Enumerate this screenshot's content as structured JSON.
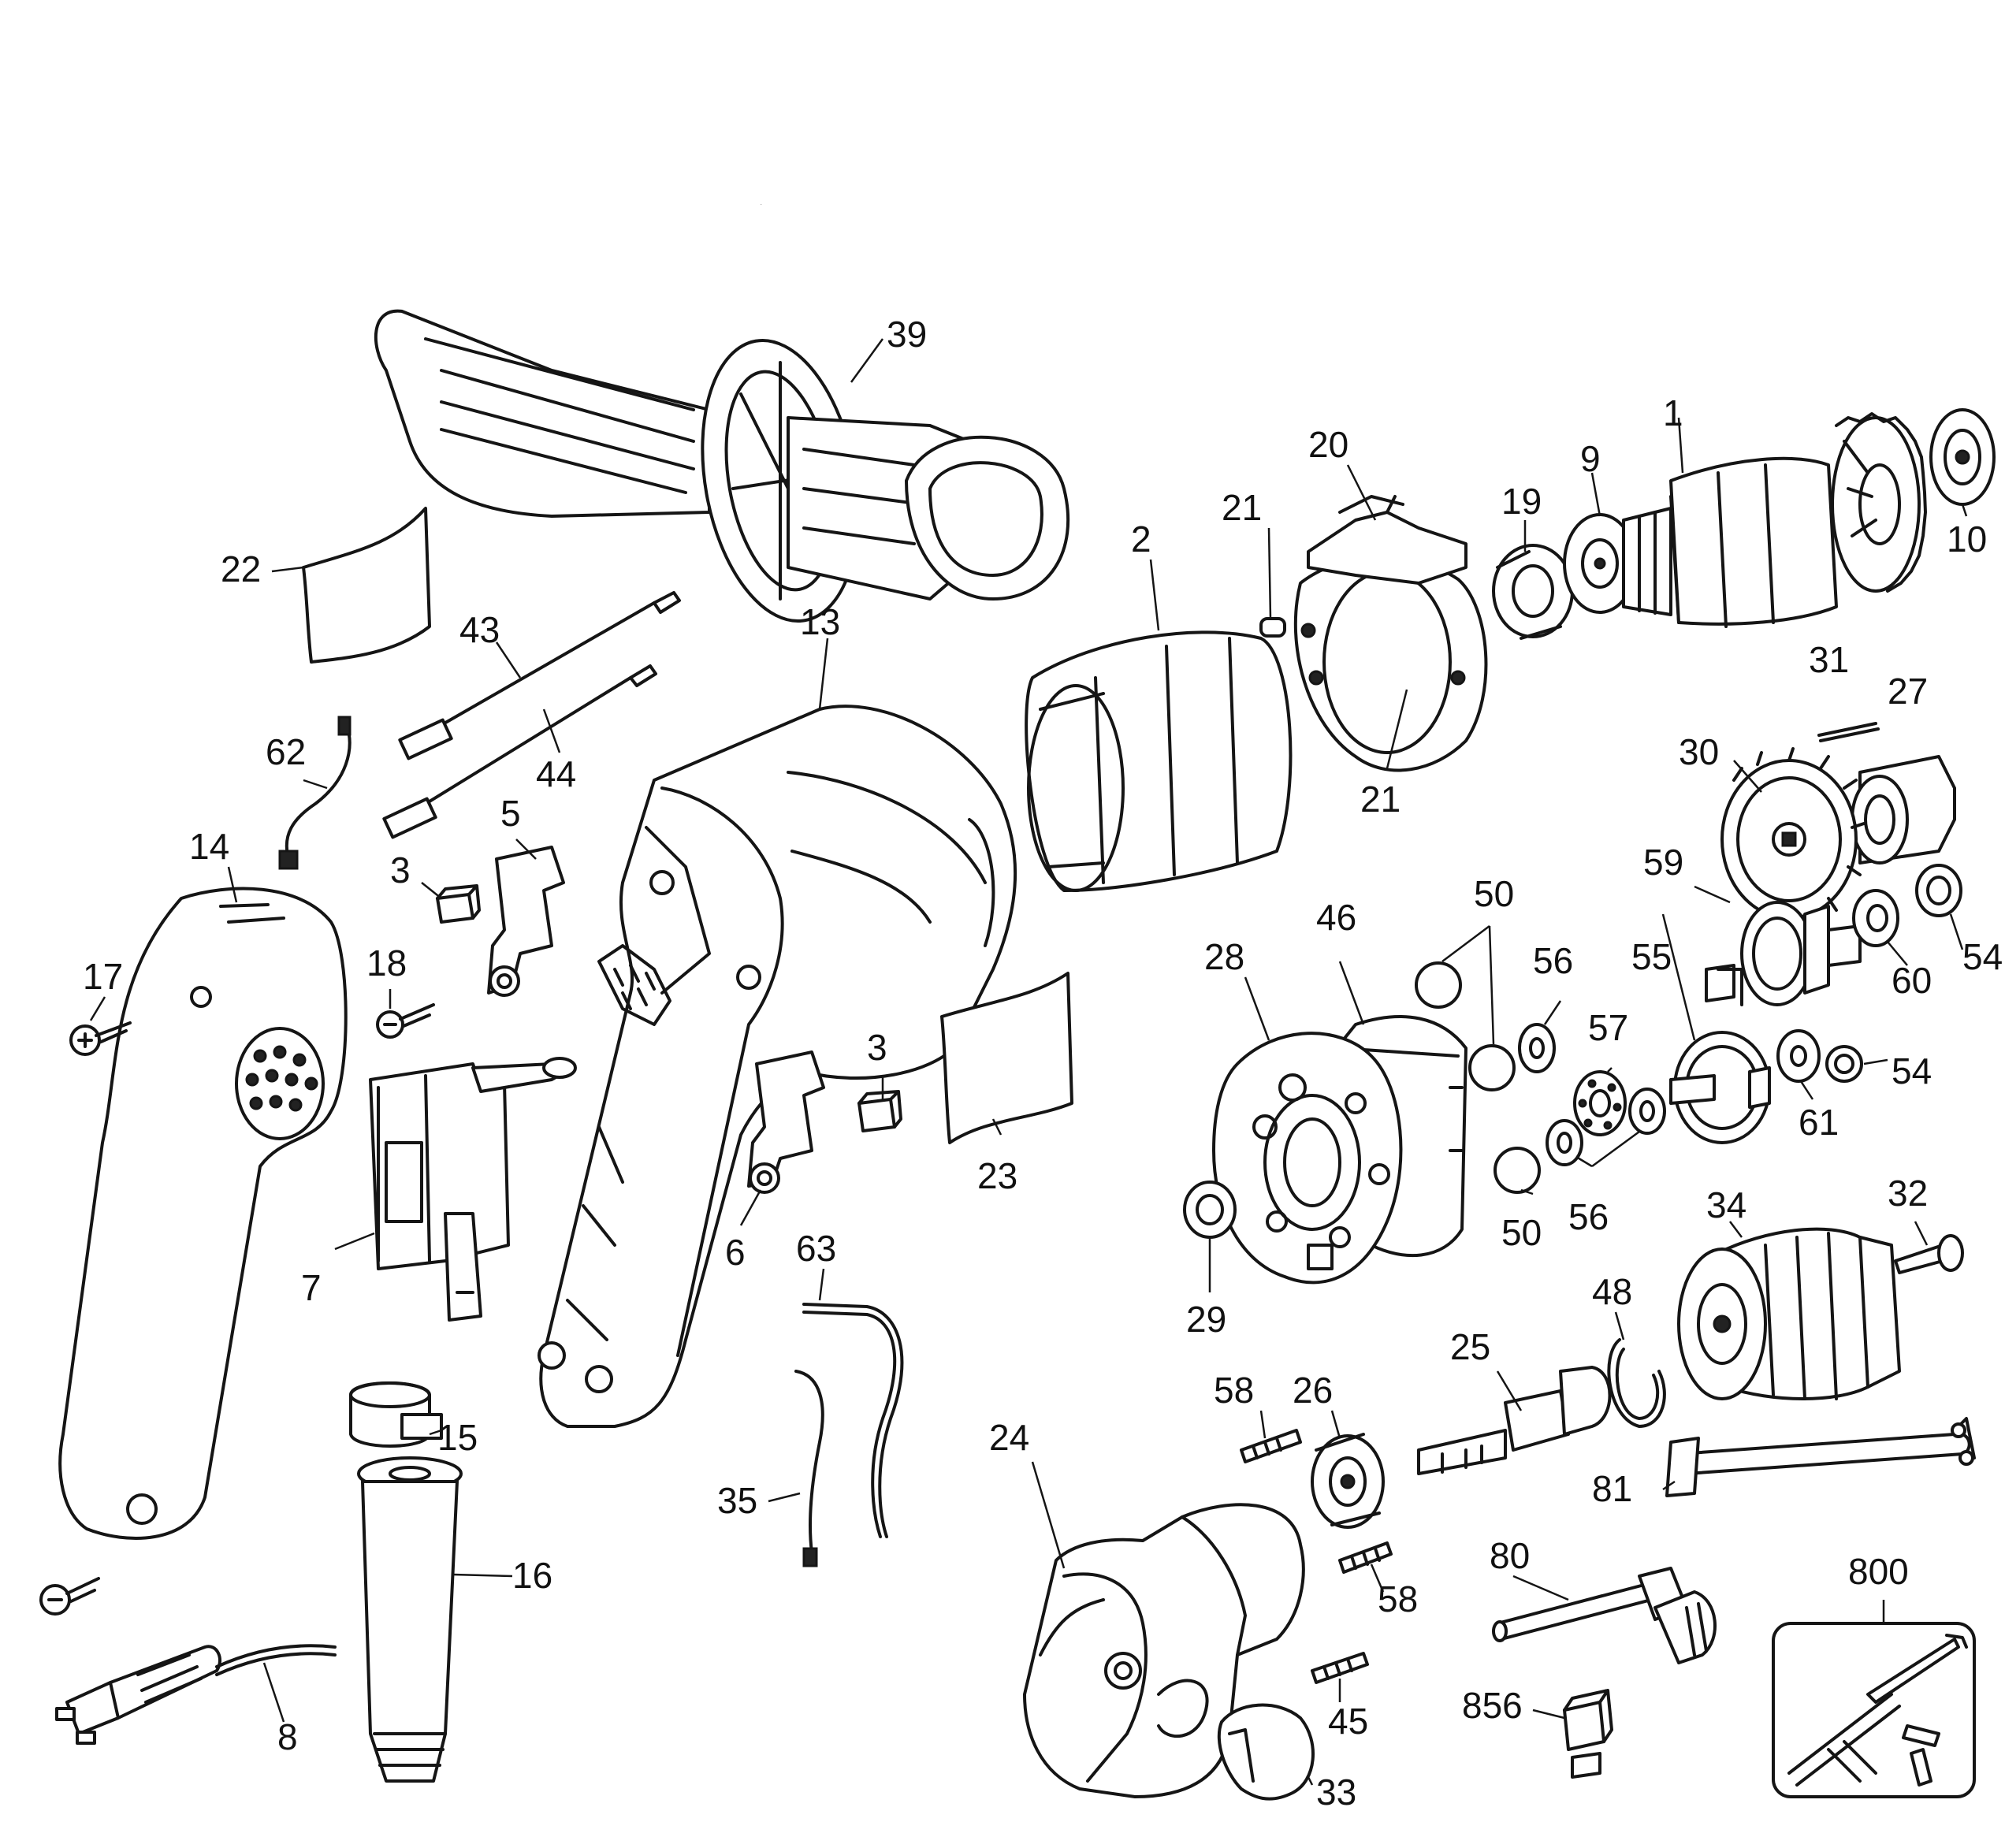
{
  "diagram": {
    "part_numbers": [
      "39",
      "1",
      "20",
      "9",
      "19",
      "10",
      "21",
      "2",
      "22",
      "13",
      "43",
      "31",
      "27",
      "62",
      "44",
      "21",
      "30",
      "5",
      "14",
      "3",
      "59",
      "60",
      "54",
      "18",
      "17",
      "50",
      "46",
      "28",
      "56",
      "55",
      "57",
      "54",
      "3",
      "61",
      "23",
      "7",
      "34",
      "32",
      "6",
      "63",
      "50",
      "56",
      "29",
      "48",
      "25",
      "58",
      "26",
      "15",
      "24",
      "81",
      "35",
      "16",
      "80",
      "800",
      "58",
      "856",
      "45",
      "8",
      "33"
    ]
  }
}
